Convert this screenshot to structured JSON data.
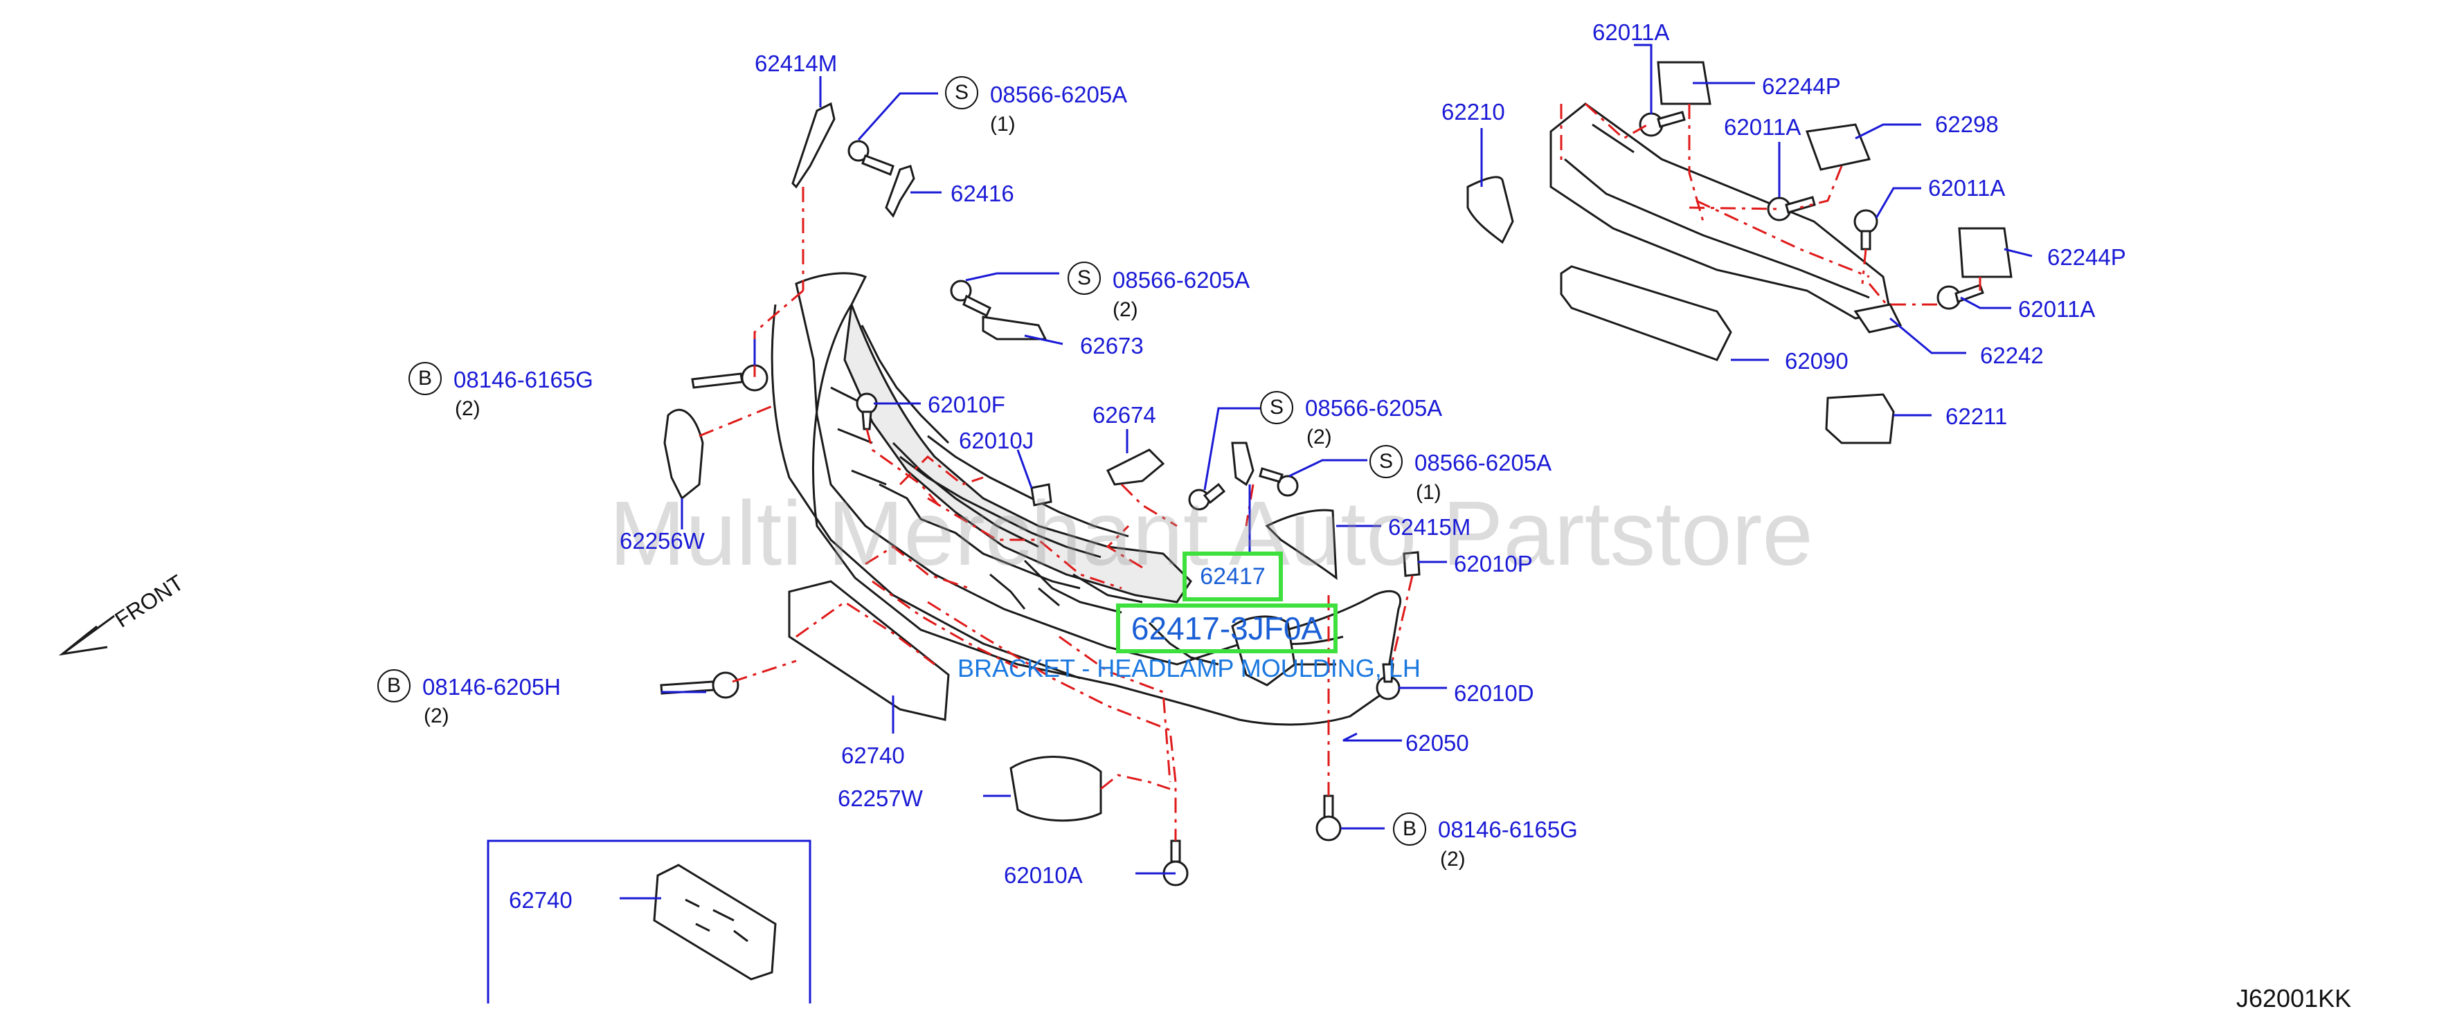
{
  "diagram_code": "J62001KK",
  "watermark": "Multi Merchant Auto Partstore",
  "front_label": "FRONT",
  "highlight": {
    "part_top": "62417",
    "part_main": "62417-3JF0A",
    "description": "BRACKET - HEADLAMP MOULDING, LH"
  },
  "callouts": [
    {
      "id": "c1",
      "text": "62414M"
    },
    {
      "id": "c2",
      "text": "08566-6205A",
      "badge": "S",
      "qty": "(1)"
    },
    {
      "id": "c3",
      "text": "62416"
    },
    {
      "id": "c4",
      "text": "08566-6205A",
      "badge": "S",
      "qty": "(2)"
    },
    {
      "id": "c5",
      "text": "62673"
    },
    {
      "id": "c6",
      "text": "08146-6165G",
      "badge": "B",
      "qty": "(2)"
    },
    {
      "id": "c7",
      "text": "62010F"
    },
    {
      "id": "c8",
      "text": "62010J"
    },
    {
      "id": "c9",
      "text": "62674"
    },
    {
      "id": "c10",
      "text": "08566-6205A",
      "badge": "S",
      "qty": "(2)"
    },
    {
      "id": "c11",
      "text": "08566-6205A",
      "badge": "S",
      "qty": "(1)"
    },
    {
      "id": "c12",
      "text": "62415M"
    },
    {
      "id": "c13",
      "text": "62010P"
    },
    {
      "id": "c14",
      "text": "62256W"
    },
    {
      "id": "c15",
      "text": "08146-6205H",
      "badge": "B",
      "qty": "(2)"
    },
    {
      "id": "c16",
      "text": "62010D"
    },
    {
      "id": "c17",
      "text": "62050"
    },
    {
      "id": "c18",
      "text": "62740"
    },
    {
      "id": "c19",
      "text": "62257W"
    },
    {
      "id": "c20",
      "text": "08146-6165G",
      "badge": "B",
      "qty": "(2)"
    },
    {
      "id": "c21",
      "text": "62010A"
    },
    {
      "id": "c22",
      "text": "62740"
    },
    {
      "id": "c23",
      "text": "62011A"
    },
    {
      "id": "c24",
      "text": "62244P"
    },
    {
      "id": "c25",
      "text": "62210"
    },
    {
      "id": "c26",
      "text": "62011A"
    },
    {
      "id": "c27",
      "text": "62298"
    },
    {
      "id": "c28",
      "text": "62011A"
    },
    {
      "id": "c29",
      "text": "62244P"
    },
    {
      "id": "c30",
      "text": "62011A"
    },
    {
      "id": "c31",
      "text": "62242"
    },
    {
      "id": "c32",
      "text": "62090"
    },
    {
      "id": "c33",
      "text": "62211"
    }
  ]
}
